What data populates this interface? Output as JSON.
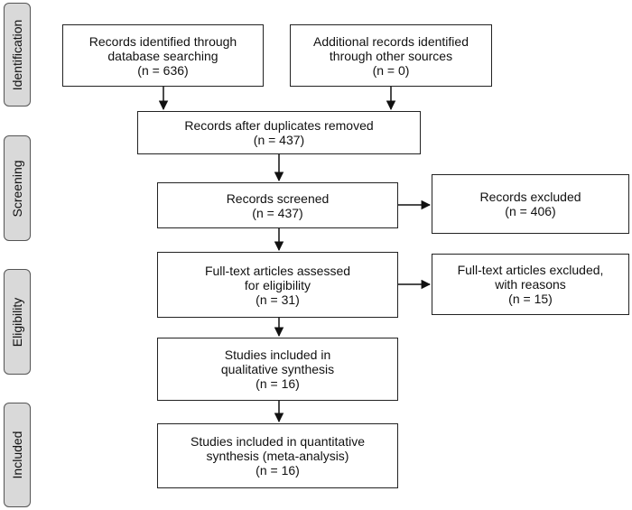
{
  "phases": {
    "identification": "Identification",
    "screening": "Screening",
    "eligibility": "Eligibility",
    "included": "Included"
  },
  "boxes": {
    "database": {
      "lines": [
        "Records identified through",
        "database searching"
      ],
      "n": "(n = 636)"
    },
    "other_sources": {
      "lines": [
        "Additional records identified",
        "through other sources"
      ],
      "n": "(n = 0)"
    },
    "duplicates_removed": {
      "lines": [
        "Records after duplicates removed"
      ],
      "n": "(n = 437)"
    },
    "screened": {
      "lines": [
        "Records screened"
      ],
      "n": "(n = 437)"
    },
    "excluded": {
      "lines": [
        "Records excluded"
      ],
      "n": "(n = 406)"
    },
    "fulltext_assessed": {
      "lines": [
        "Full-text articles assessed",
        "for eligibility"
      ],
      "n": "(n = 31)"
    },
    "fulltext_excluded": {
      "lines": [
        "Full-text articles excluded,",
        "with reasons"
      ],
      "n": "(n = 15)"
    },
    "qualitative": {
      "lines": [
        "Studies included in",
        "qualitative synthesis"
      ],
      "n": "(n = 16)"
    },
    "quantitative": {
      "lines": [
        "Studies included in quantitative",
        "synthesis (meta-analysis)"
      ],
      "n": "(n = 16)"
    }
  }
}
